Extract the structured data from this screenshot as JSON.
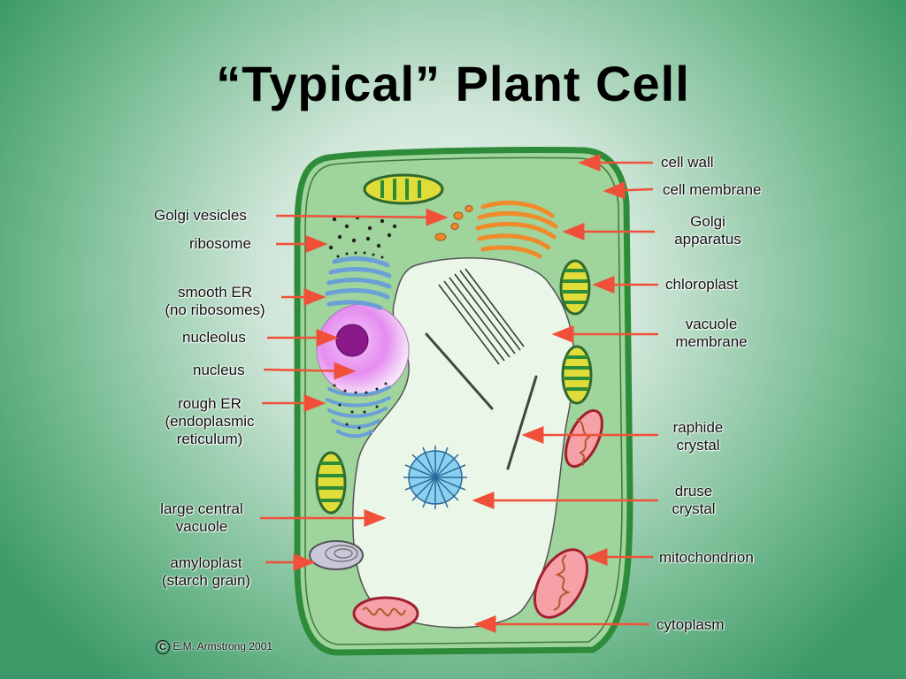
{
  "title": "“Typical” Plant Cell",
  "labels": {
    "cell_wall": "cell wall",
    "cell_membrane": "cell membrane",
    "golgi_apparatus_l1": "Golgi",
    "golgi_apparatus_l2": "apparatus",
    "chloroplast": "chloroplast",
    "vacuole_membrane_l1": "vacuole",
    "vacuole_membrane_l2": "membrane",
    "raphide_crystal_l1": "raphide",
    "raphide_crystal_l2": "crystal",
    "druse_crystal_l1": "druse",
    "druse_crystal_l2": "crystal",
    "mitochondrion": "mitochondrion",
    "cytoplasm": "cytoplasm",
    "golgi_vesicles": "Golgi vesicles",
    "ribosome": "ribosome",
    "smooth_er_l1": "smooth ER",
    "smooth_er_l2": "(no ribosomes)",
    "nucleolus": "nucleolus",
    "nucleus": "nucleus",
    "rough_er_l1": "rough ER",
    "rough_er_l2": "(endoplasmic",
    "rough_er_l3": "reticulum)",
    "large_central_vacuole_l1": "large central",
    "large_central_vacuole_l2": "vacuole",
    "amyloplast_l1": "amyloplast",
    "amyloplast_l2": "(starch grain)"
  },
  "copyright": "E.M. Armstrong 2001",
  "copyright_symbol": "C",
  "colors": {
    "cell_wall": "#2e8b3a",
    "cytoplasm": "#9fd49c",
    "vacuole": "#eaf6e8",
    "arrow": "#f0503a",
    "golgi": "#f08a2a",
    "er": "#7ab0e0",
    "nucleus": "#e58cf0",
    "nucleolus": "#8a1a8a",
    "chloroplast": "#d8d830",
    "mitochondrion": "#e05060"
  }
}
